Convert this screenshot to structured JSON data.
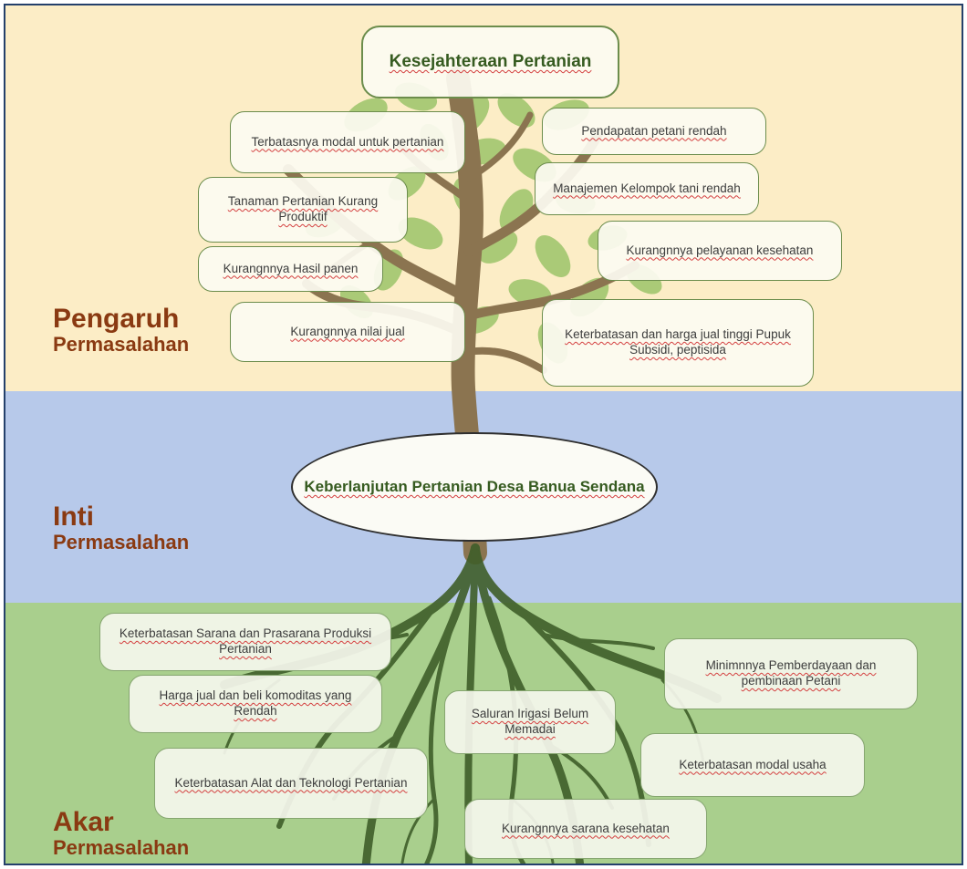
{
  "title": "Kesejahteraan Pertanian",
  "sections": {
    "pengaruh": {
      "title": "Pengaruh",
      "subtitle": "Permasalahan"
    },
    "inti": {
      "title": "Inti",
      "subtitle": "Permasalahan"
    },
    "akar": {
      "title": "Akar",
      "subtitle": "Permasalahan"
    }
  },
  "core_problem": "Keberlanjutan Pertanian Desa Banua Sendana",
  "effects": [
    "Terbatasnya modal untuk pertanian",
    "Pendapatan petani rendah",
    "Manajemen Kelompok tani rendah",
    "Tanaman Pertanian Kurang Produktif",
    "Kurangnnya pelayanan kesehatan",
    "Kurangnnya Hasil panen",
    "Kurangnnya nilai jual",
    "Keterbatasan dan harga jual tinggi Pupuk Subsidi, peptisida"
  ],
  "causes": [
    "Keterbatasan Sarana dan Prasarana Produksi Pertanian",
    "Minimnnya Pemberdayaan dan pembinaan Petani",
    "Harga jual dan beli komoditas yang Rendah",
    "Saluran Irigasi Belum Memadai",
    "Keterbatasan modal usaha",
    "Keterbatasan Alat dan Teknologi Pertanian",
    "Kurangnnya sarana kesehatan"
  ],
  "colors": {
    "effects_band": "#fcedc6",
    "core_band": "#b7c9ea",
    "causes_band": "#a9cf8d",
    "section_title": "#8a3a12",
    "trunk": "#8b7450",
    "roots": "#3f5e2a",
    "leaves": "#9cc46a"
  }
}
